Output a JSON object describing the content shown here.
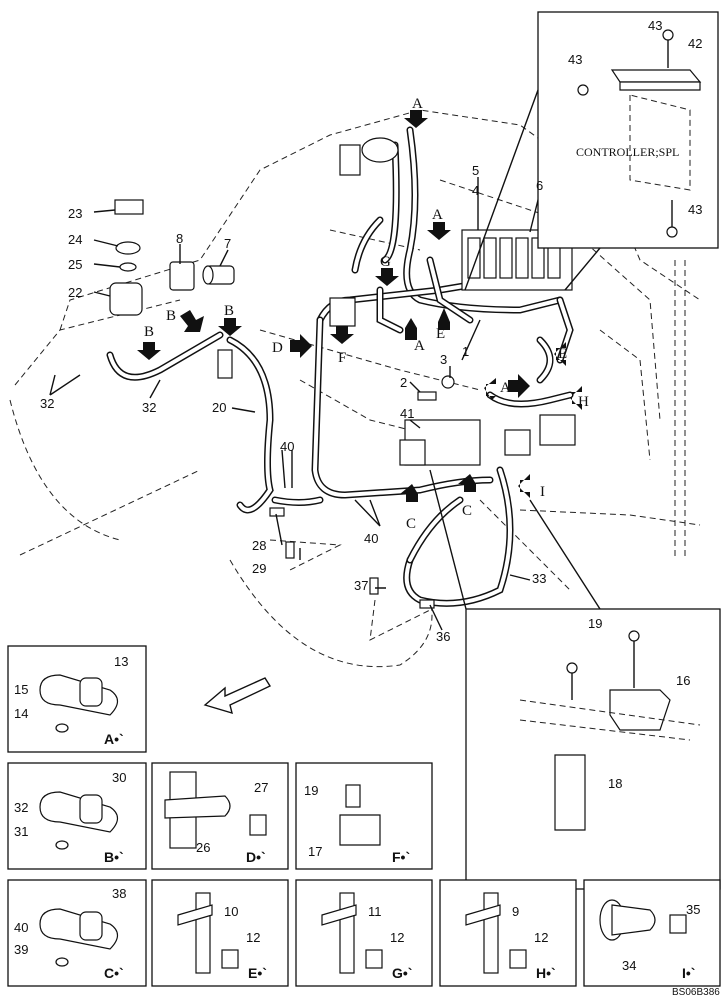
{
  "diagram": {
    "controller_label": "CONTROLLER;SPL",
    "code": "BS06B386",
    "part_numbers": {
      "p1": "1",
      "p2": "2",
      "p3": "3",
      "p4": "4",
      "p5": "5",
      "p6": "6",
      "p7": "7",
      "p8": "8",
      "p20": "20",
      "p22": "22",
      "p23": "23",
      "p24": "24",
      "p25": "25",
      "p28": "28",
      "p29": "29",
      "p32a": "32",
      "p32b": "32",
      "p33": "33",
      "p36": "36",
      "p37": "37",
      "p40a": "40",
      "p40b": "40",
      "p41": "41",
      "p42": "42",
      "p43a": "43",
      "p43b": "43",
      "p43c": "43",
      "p16": "16",
      "p18": "18",
      "p19": "19"
    },
    "arrow_labels": {
      "a1": "A",
      "a2": "A",
      "a3": "A",
      "a4": "A",
      "b1": "B",
      "b2": "B",
      "c1": "C",
      "c2": "C",
      "d1": "D",
      "e1": "E",
      "e2": "E",
      "f1": "F",
      "g1": "G",
      "h1": "H",
      "i1": "I"
    },
    "details": {
      "A": {
        "caption": "A•`",
        "n1": "13",
        "n2": "15",
        "n3": "14"
      },
      "B": {
        "caption": "B•`",
        "n1": "30",
        "n2": "32",
        "n3": "31"
      },
      "C": {
        "caption": "C•`",
        "n1": "38",
        "n2": "40",
        "n3": "39"
      },
      "D": {
        "caption": "D•`",
        "n1": "27",
        "n2": "26"
      },
      "E": {
        "caption": "E•`",
        "n1": "10",
        "n2": "12"
      },
      "F": {
        "caption": "F•`",
        "n1": "19",
        "n2": "17"
      },
      "G": {
        "caption": "G•`",
        "n1": "11",
        "n2": "12"
      },
      "H": {
        "caption": "H•`",
        "n1": "9",
        "n2": "12"
      },
      "I": {
        "caption": "I•`",
        "n1": "35",
        "n2": "34"
      }
    }
  }
}
